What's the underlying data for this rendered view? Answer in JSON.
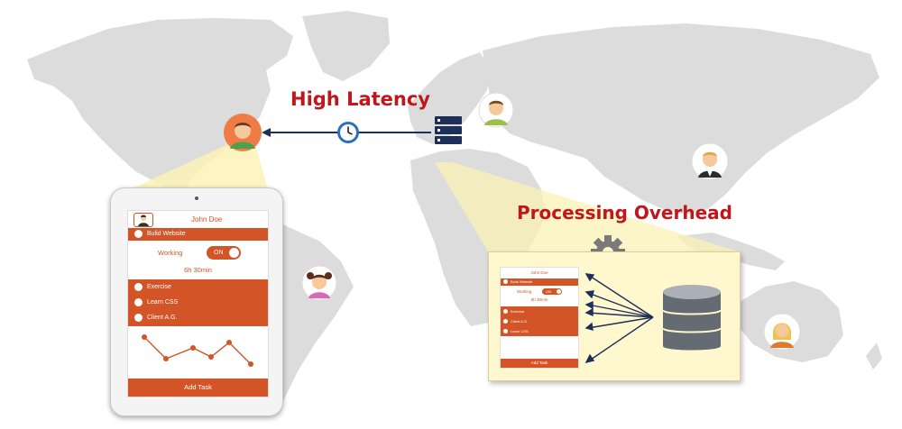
{
  "labels": {
    "high_latency": "High Latency",
    "processing_overhead": "Processing Overhead"
  },
  "colors": {
    "title_red": "#c0161c",
    "app_orange": "#d35426",
    "arrow_navy": "#1e2f5a",
    "map_gray": "#dcdcdc",
    "beam_yellow": "#fbf2b6"
  },
  "icons": [
    "server-icon",
    "clock-icon",
    "gear-icon",
    "database-icon",
    "avatar-icon"
  ],
  "tablet_app": {
    "user_name": "John Doe",
    "task_1": "Bulid Website",
    "working_label": "Working",
    "toggle_label": "ON",
    "duration": "6h 30min",
    "task_2": "Exercise",
    "task_3": "Learn CSS",
    "task_4": "Client A.G.",
    "add_task": "Add Task"
  },
  "panel_app": {
    "user_name": "John Doe",
    "task_1": "Build Website",
    "working_label": "Working",
    "toggle_label": "ON",
    "duration": "6h 30min",
    "task_2": "Exercise",
    "task_3": "Client A.G.",
    "task_4": "Learn CSS",
    "add_task": "Add Task"
  }
}
